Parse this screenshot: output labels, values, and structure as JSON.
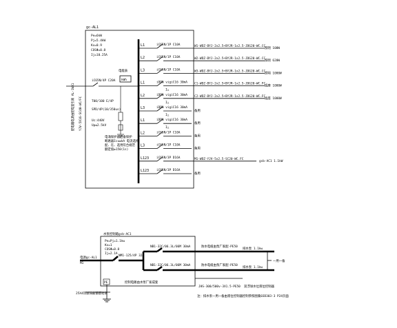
{
  "panel1": {
    "title": "gc-AL1",
    "params": [
      "Pe=6kW",
      "Pj=5.4kW",
      "Kx=0.9",
      "COSΦ=0.8",
      "Ij=10.25A"
    ],
    "incoming_cable": "YJV-5X16-SC40-WC/FC",
    "incoming_note": "配电箱电源由配电室引来 AL-1WX1",
    "main_breaker": "iC65N/4P C20A",
    "meter_label": "电能表",
    "meter_box": "kWh",
    "spd_model": "T00/100 E/4P",
    "spd": "SPD/4P(10/350us)",
    "uc": "Uc:440V",
    "up": "Up≤2.5kV",
    "notes": [
      "电涌保护器后备保护",
      "断路器Icu≥kA 电流选择",
      "配、在、选用符合规范",
      "额定值≥150(1s)"
    ],
    "circuits": [
      {
        "phase": "L1",
        "breaker": "iC65N/1P C10A",
        "cable": "W1-WDZ-BYJ-2x2.5+BYJR-1x2.5-JDG20-WC.CC",
        "load": "照明 100W"
      },
      {
        "phase": "L2",
        "breaker": "iC65N/1P C10A",
        "cable": "W2-WDZ-BYJ-2x2.5+BYJR-1x2.5-JDG20-WC.CC",
        "load": "照明 620W"
      },
      {
        "phase": "L3",
        "breaker": "iC65N/1P C10A",
        "cable": "W3-WDZ-BYJ-2x2.5+BYJR-1x2.5-JDG20-WC.CC",
        "load": "照明 1000W"
      },
      {
        "phase": "L1",
        "breaker": "iDPN vigiC16 30mA",
        "cable": "C1-WDZ-BYJ-2x2.5+BYJR-1x2.5-JDG20-WC.FC",
        "load": "插座 1000W"
      },
      {
        "phase": "L2",
        "breaker": "iDPN vigiC16 30mA",
        "cable": "C2-WDZ-BYJ-2x2.5+BYJR-1x2.5-JDG20-WC.FC",
        "load": "插座 1000W"
      },
      {
        "phase": "L3",
        "breaker": "iDPN vigiC16 30mA",
        "cable": "",
        "load": "备用"
      },
      {
        "phase": "L1",
        "breaker": "iDPN vigiC16 30mA",
        "cable": "",
        "load": "备用"
      },
      {
        "phase": "L2",
        "breaker": "iC65N/1P C10A",
        "cable": "",
        "load": "备用"
      },
      {
        "phase": "L3",
        "breaker": "iC65N/1P C10A",
        "cable": "",
        "load": "备用"
      },
      {
        "phase": "L123",
        "breaker": "iC65N/3P D16A",
        "cable": "M1-WDZ-YJV-5x2.5-SC20-WC.FC",
        "load": "gsb-AC1 1.1kW"
      },
      {
        "phase": "L123",
        "breaker": "iC65N/3P D16A",
        "cable": "",
        "load": "备用"
      }
    ]
  },
  "panel2": {
    "title": "水泵控制箱gsb-AC1",
    "params": [
      "Pe=Pj=1.1kw",
      "Kx=1",
      "COSΦ=0.8",
      "Ij=2.1A"
    ],
    "incoming": "电源gc-AL1",
    "incoming_tag": "M1",
    "main_breaker": "NM1-125/4P 32A",
    "breaker1": "NB1-32C/06.3L/06M 30mA",
    "breaker2": "NB1-32C/06.3L/06M 30mA",
    "cable1": "防水电缆由泵厂家配-PE50",
    "cable2": "防水电缆由泵厂家配-PE50",
    "pump1": "排水泵 1.1kw",
    "pump2": "排水泵 1.1kw",
    "pump_mode": "一用一备",
    "pe_label": "PE",
    "pe_note": "控制电路由水泵厂家成套",
    "ground_note": "25X4热镀锌扁钢接地体",
    "level_cable": "JHS-300/500v-3X1.5-PE50",
    "level_note": "双浮球水位液位控制器",
    "footnote": "注：排水泵一用一备由液位控制器控制参照图集03D303-3 P24页面"
  }
}
